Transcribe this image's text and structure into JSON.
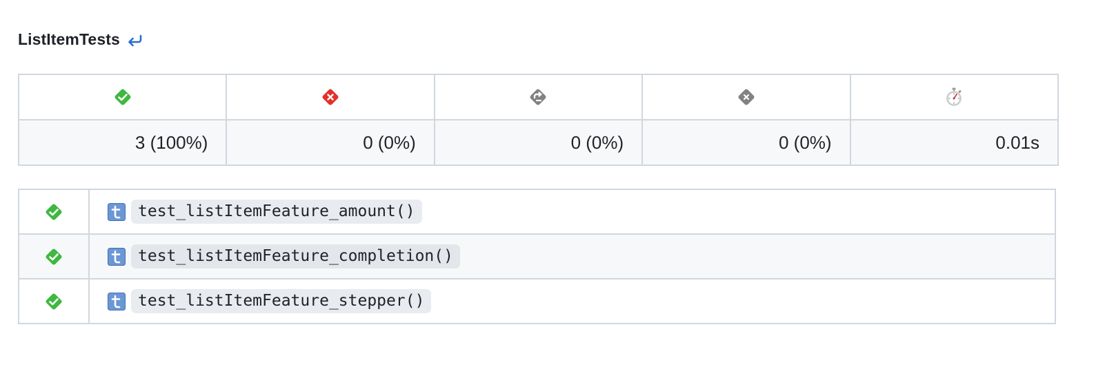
{
  "heading": {
    "title": "ListItemTests",
    "icon": "return-arrow-icon"
  },
  "summary": {
    "columns": [
      {
        "icon": "passed-icon",
        "value": "3 (100%)"
      },
      {
        "icon": "failed-icon",
        "value": "0 (0%)"
      },
      {
        "icon": "skipped-icon",
        "value": "0 (0%)"
      },
      {
        "icon": "cancelled-icon",
        "value": "0 (0%)"
      },
      {
        "icon": "stopwatch-icon",
        "value": "0.01s"
      }
    ]
  },
  "tests": [
    {
      "status": "passed",
      "icon": "test-type-icon",
      "name": "test_listItemFeature_amount()"
    },
    {
      "status": "passed",
      "icon": "test-type-icon",
      "name": "test_listItemFeature_completion()"
    },
    {
      "status": "passed",
      "icon": "test-type-icon",
      "name": "test_listItemFeature_stepper()"
    }
  ],
  "colors": {
    "passed": "#3fb83f",
    "failed": "#e5302a",
    "neutral": "#828282",
    "badge": "#6b98d4",
    "border": "#d0d7de",
    "link": "#2a6ad4"
  }
}
